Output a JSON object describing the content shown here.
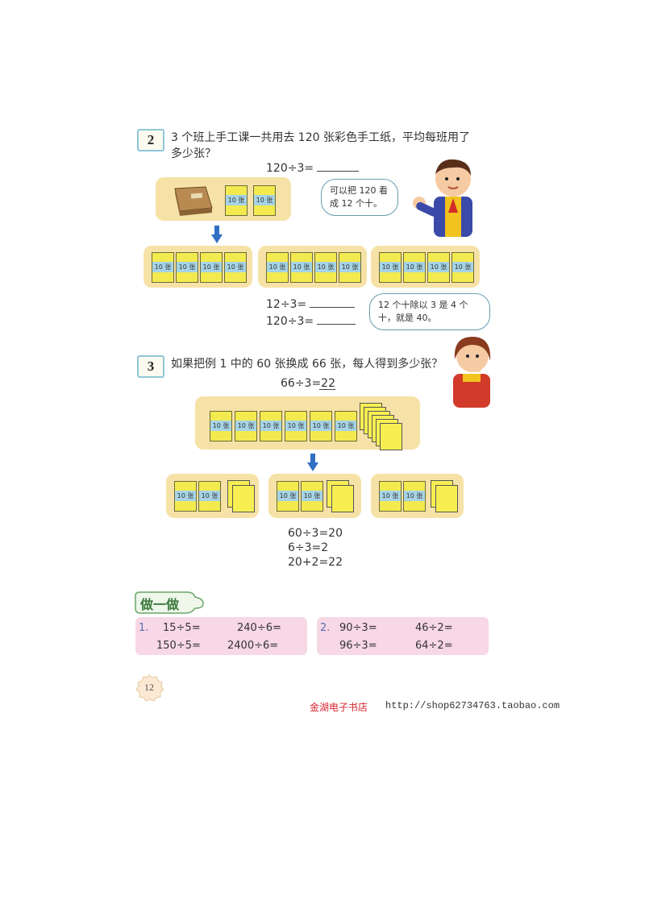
{
  "example2": {
    "number": "2",
    "question_line1": "3 个班上手工课一共用去 120 张彩色手工纸，平均每班用了",
    "question_line2": "多少张？",
    "equation_top": "120÷3=",
    "card_label": "10 张",
    "bubble_top": "可以把 120 看成 12 个十。",
    "equation_a": "12÷3=",
    "equation_b": "120÷3=",
    "bubble_bottom": "12 个十除以 3 是 4 个十，就是 40。"
  },
  "example3": {
    "number": "3",
    "question": "如果把例 1 中的 60 张换成 66 张，每人得到多少张？",
    "equation_top": "66÷3=22",
    "card_label": "10 张",
    "steps": [
      "60÷3=20",
      "6÷3=2",
      "20+2=22"
    ]
  },
  "practice": {
    "title": "做一做",
    "group1_index": "1.",
    "group1": [
      "15÷5=",
      "240÷6=",
      "150÷5=",
      "2400÷6="
    ],
    "group2_index": "2.",
    "group2": [
      "90÷3=",
      "46÷2=",
      "96÷3=",
      "64÷2="
    ]
  },
  "page_number": "12",
  "footer": {
    "store": "金湖电子书店",
    "url": "http://shop62734763.taobao.com"
  },
  "colors": {
    "panel": "#f6e2a6",
    "card": "#f3ea4f",
    "card_band": "#a6d4e6",
    "arrow": "#2f6fc4",
    "practice_bg": "#f8d7e6",
    "footer_red": "#d6242f"
  }
}
